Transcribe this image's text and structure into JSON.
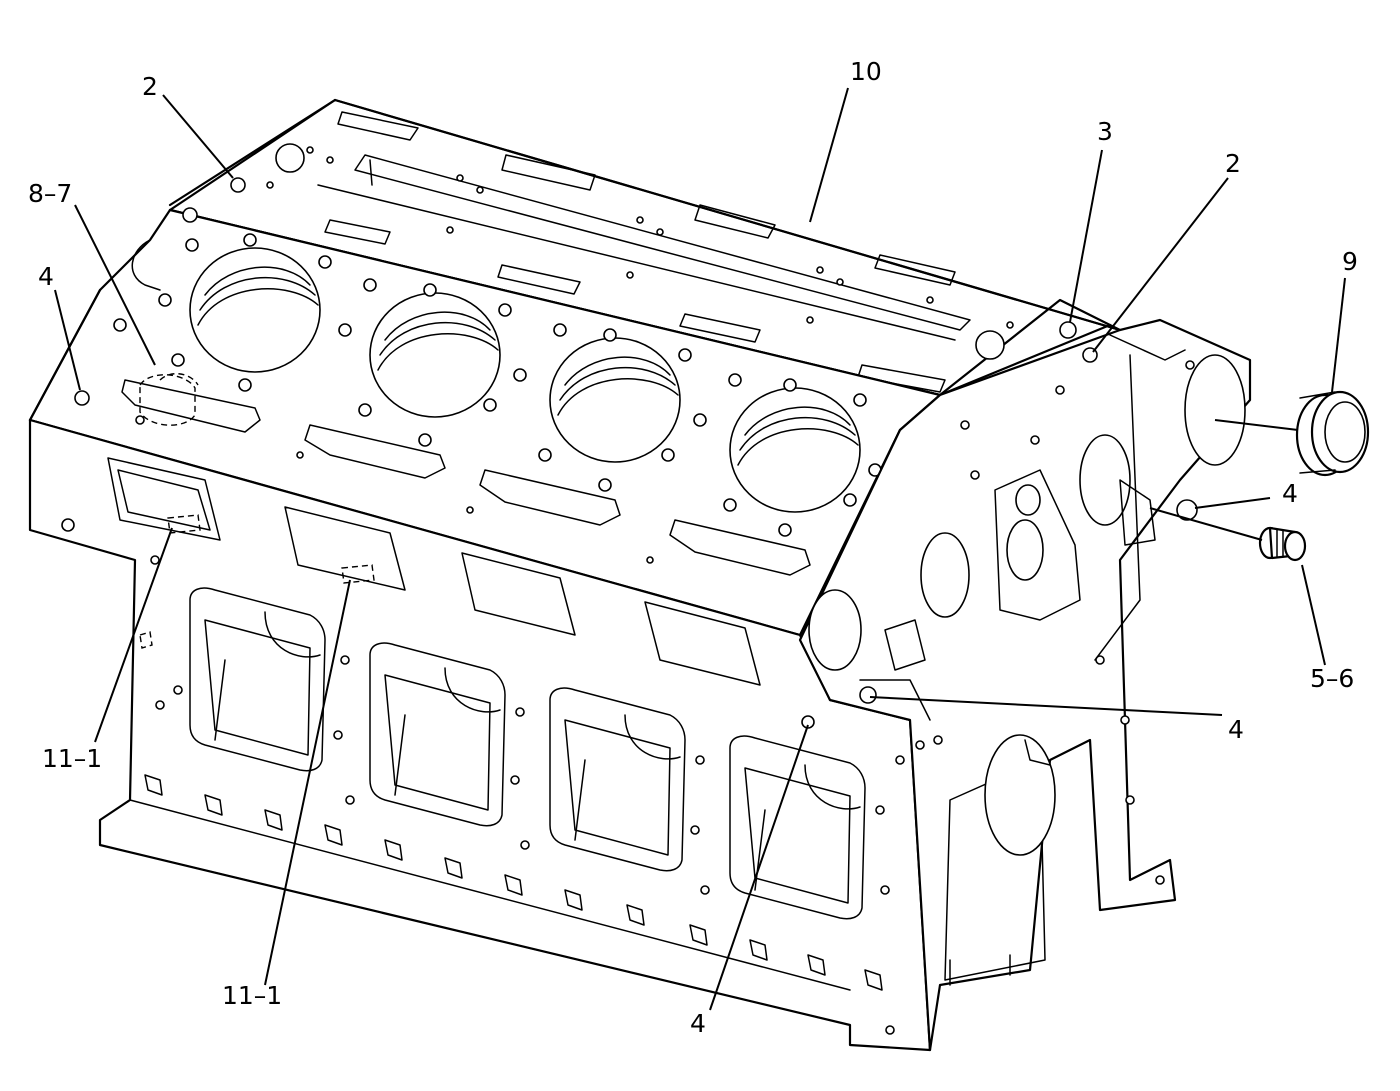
{
  "callouts": [
    {
      "id": "c2a",
      "text": "2"
    },
    {
      "id": "c10",
      "text": "10"
    },
    {
      "id": "c3",
      "text": "3"
    },
    {
      "id": "c2b",
      "text": "2"
    },
    {
      "id": "c87",
      "text": "8–7"
    },
    {
      "id": "c4a",
      "text": "4"
    },
    {
      "id": "c9",
      "text": "9"
    },
    {
      "id": "c4b",
      "text": "4"
    },
    {
      "id": "c56",
      "text": "5–6"
    },
    {
      "id": "c4c",
      "text": "4"
    },
    {
      "id": "c111a",
      "text": "11–1"
    },
    {
      "id": "c111b",
      "text": "11–1"
    },
    {
      "id": "c4d",
      "text": "4"
    }
  ]
}
